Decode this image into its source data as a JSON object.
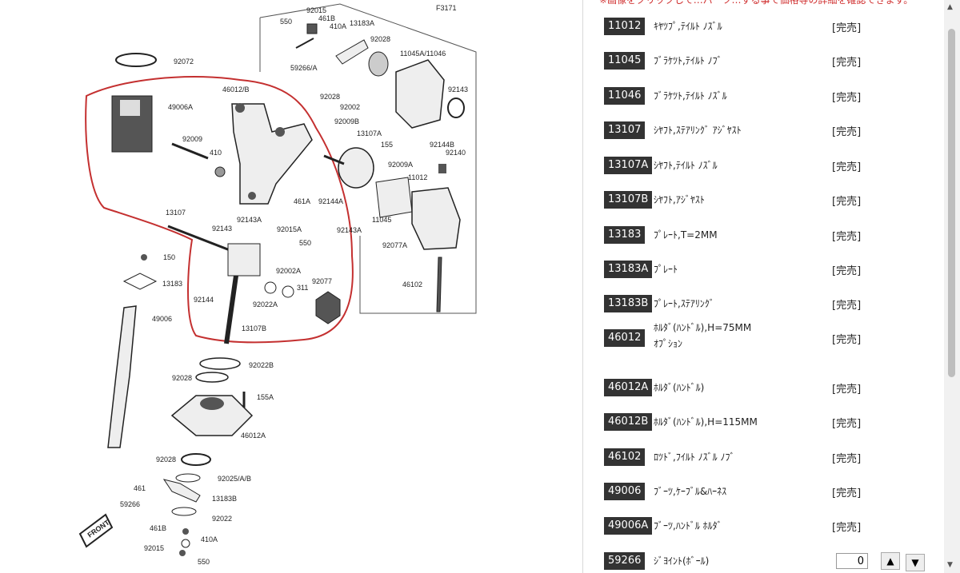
{
  "diagram": {
    "figure_id": "F3171",
    "front_label": "FRONT",
    "labels": [
      "550",
      "92015",
      "461B",
      "410A",
      "13183A",
      "92072",
      "59266/A",
      "92028",
      "11045A/11046",
      "46012/B",
      "49006A",
      "92009",
      "410",
      "92028",
      "92002",
      "92143",
      "92009B",
      "13107A",
      "155",
      "92144B",
      "92140",
      "92009A",
      "11012",
      "461A",
      "92144A",
      "11045",
      "13107",
      "92143A",
      "92143",
      "92015A",
      "550",
      "92143A",
      "150",
      "92002A",
      "13183",
      "92077",
      "92077A",
      "46102",
      "311",
      "92144",
      "92022A",
      "49006",
      "13107B",
      "92022B",
      "92028",
      "155A",
      "46012A",
      "92028",
      "92025/A/B",
      "461",
      "13183B",
      "59266",
      "92022",
      "461B",
      "410A",
      "92015",
      "550"
    ]
  },
  "notice": "※画像をクリックして…パーツ…する事で価格等の詳細を確認できます。",
  "parts": [
    {
      "code": "11012",
      "name": "ｷﾔﾂﾌﾟ,ﾃｲﾙﾄ ﾉｽﾞﾙ",
      "status": "[完売]"
    },
    {
      "code": "11045",
      "name": "ﾌﾞﾗｹﾂﾄ,ﾃｲﾙﾄ ﾉﾌﾞ",
      "status": "[完売]"
    },
    {
      "code": "11046",
      "name": "ﾌﾞﾗｹﾂﾄ,ﾃｲﾙﾄ ﾉｽﾞﾙ",
      "status": "[完売]"
    },
    {
      "code": "13107",
      "name": "ｼﾔﾌﾄ,ｽﾃｱﾘﾝｸﾞ ｱｼﾞﾔｽﾄ",
      "status": "[完売]"
    },
    {
      "code": "13107A",
      "name": "ｼﾔﾌﾄ,ﾃｲﾙﾄ ﾉｽﾞﾙ",
      "status": "[完売]"
    },
    {
      "code": "13107B",
      "name": "ｼﾔﾌﾄ,ｱｼﾞﾔｽﾄ",
      "status": "[完売]"
    },
    {
      "code": "13183",
      "name": "ﾌﾟﾚｰﾄ,T=2MM",
      "status": "[完売]"
    },
    {
      "code": "13183A",
      "name": "ﾌﾟﾚｰﾄ",
      "status": "[完売]"
    },
    {
      "code": "13183B",
      "name": "ﾌﾟﾚｰﾄ,ｽﾃｱﾘﾝｸﾞ",
      "status": "[完売]"
    },
    {
      "code": "46012",
      "name": "ﾎﾙﾀﾞ(ﾊﾝﾄﾞﾙ),H=75MM",
      "name2": "ｵﾌﾟｼｮﾝ",
      "status": "[完売]"
    },
    {
      "code": "46012A",
      "name": "ﾎﾙﾀﾞ(ﾊﾝﾄﾞﾙ)",
      "status": "[完売]"
    },
    {
      "code": "46012B",
      "name": "ﾎﾙﾀﾞ(ﾊﾝﾄﾞﾙ),H=115MM",
      "status": "[完売]"
    },
    {
      "code": "46102",
      "name": "ﾛﾂﾄﾞ,ﾌｲﾙﾄ ﾉｽﾞﾙ ﾉﾌﾞ",
      "status": "[完売]"
    },
    {
      "code": "49006",
      "name": "ﾌﾞｰﾂ,ｹｰﾌﾞﾙ&ﾊｰﾈｽ",
      "status": "[完売]"
    },
    {
      "code": "49006A",
      "name": "ﾌﾞｰﾂ,ﾊﾝﾄﾞﾙ ﾎﾙﾀﾞ",
      "status": "[完売]"
    },
    {
      "code": "59266",
      "name": "ｼﾞﾖｲﾝﾄ(ﾎﾞｰﾙ)",
      "quantity": "0",
      "increment_icon": "triangle-up",
      "decrement_icon": "triangle-down"
    }
  ],
  "scrollbar": {
    "up_icon": "▲",
    "down_icon": "▼"
  }
}
